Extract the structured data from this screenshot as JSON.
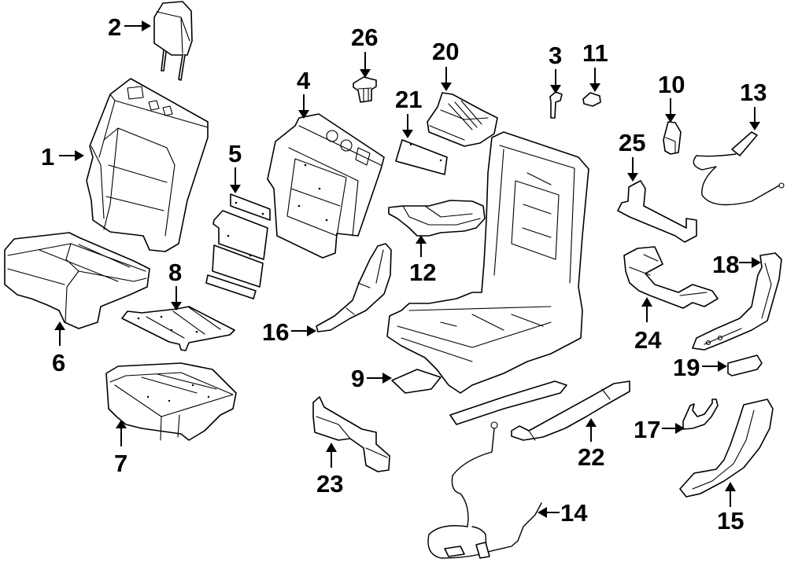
{
  "diagram": {
    "title": "Rear Seat Components - Exploded Parts Diagram",
    "callouts": [
      {
        "id": "1",
        "label": "1",
        "part": "seat-back-cover"
      },
      {
        "id": "2",
        "label": "2",
        "part": "headrest"
      },
      {
        "id": "3",
        "label": "3",
        "part": "headrest-guide"
      },
      {
        "id": "4",
        "label": "4",
        "part": "seat-back-frame-pad"
      },
      {
        "id": "5",
        "label": "5",
        "part": "seat-back-heater"
      },
      {
        "id": "6",
        "label": "6",
        "part": "cushion-cover"
      },
      {
        "id": "7",
        "label": "7",
        "part": "cushion-pad"
      },
      {
        "id": "8",
        "label": "8",
        "part": "cushion-heater"
      },
      {
        "id": "9",
        "label": "9",
        "part": "seat-track"
      },
      {
        "id": "10",
        "label": "10",
        "part": "switch"
      },
      {
        "id": "11",
        "label": "11",
        "part": "clip"
      },
      {
        "id": "12",
        "label": "12",
        "part": "support-bracket"
      },
      {
        "id": "13",
        "label": "13",
        "part": "release-cable"
      },
      {
        "id": "14",
        "label": "14",
        "part": "wire-harness"
      },
      {
        "id": "15",
        "label": "15",
        "part": "outer-trim-panel"
      },
      {
        "id": "16",
        "label": "16",
        "part": "inner-trim-panel"
      },
      {
        "id": "17",
        "label": "17",
        "part": "release-handle"
      },
      {
        "id": "18",
        "label": "18",
        "part": "side-shield"
      },
      {
        "id": "19",
        "label": "19",
        "part": "handle-cover"
      },
      {
        "id": "20",
        "label": "20",
        "part": "recliner-cover"
      },
      {
        "id": "21",
        "label": "21",
        "part": "back-panel"
      },
      {
        "id": "22",
        "label": "22",
        "part": "track-cover"
      },
      {
        "id": "23",
        "label": "23",
        "part": "track-end-cover"
      },
      {
        "id": "24",
        "label": "24",
        "part": "latch-bracket"
      },
      {
        "id": "25",
        "label": "25",
        "part": "mount-bracket"
      },
      {
        "id": "26",
        "label": "26",
        "part": "bezel"
      }
    ]
  }
}
